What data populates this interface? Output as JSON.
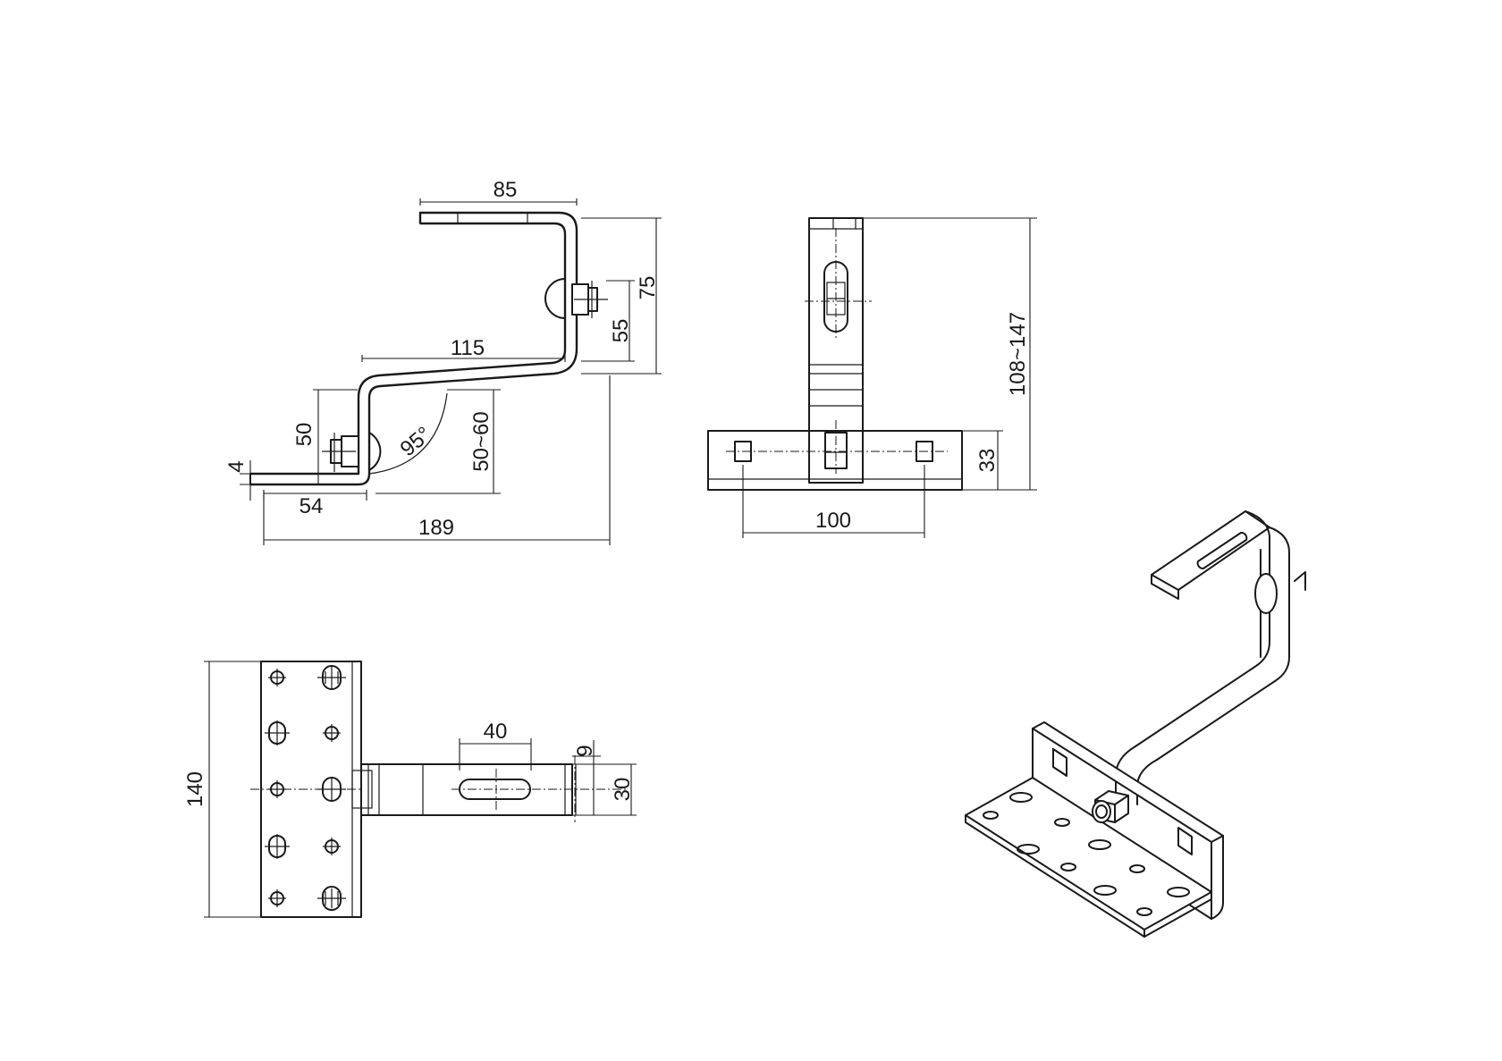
{
  "drawing": {
    "side_view": {
      "dim_top": "85",
      "dim_height": "75",
      "dim_bolt": "55",
      "dim_arm": "115",
      "dim_hook": "50",
      "dim_range": "50~60",
      "dim_angle": "95°",
      "dim_thickness": "4",
      "dim_base": "54",
      "dim_total": "189"
    },
    "front_view": {
      "dim_total_height": "108~147",
      "dim_plate": "33",
      "dim_holes": "100"
    },
    "top_view": {
      "dim_width": "140",
      "dim_slot": "40",
      "dim_edge": "9",
      "dim_arm_width": "30"
    }
  }
}
